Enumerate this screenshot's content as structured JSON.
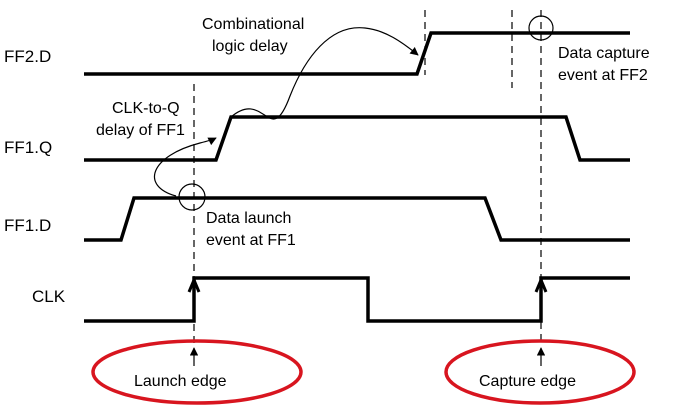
{
  "signals": {
    "ff2d": "FF2.D",
    "ff1q": "FF1.Q",
    "ff1d": "FF1.D",
    "clk": "CLK"
  },
  "annotations": {
    "comb_line1": "Combinational",
    "comb_line2": "logic delay",
    "clkq_line1": "CLK-to-Q",
    "clkq_line2": "delay of FF1",
    "launch_line1": "Data launch",
    "launch_line2": "event at FF1",
    "capture_line1": "Data capture",
    "capture_line2": "event at FF2",
    "launch_edge": "Launch edge",
    "capture_edge": "Capture edge"
  },
  "colors": {
    "waveform": "#000000",
    "highlight_oval": "#d8151f"
  }
}
